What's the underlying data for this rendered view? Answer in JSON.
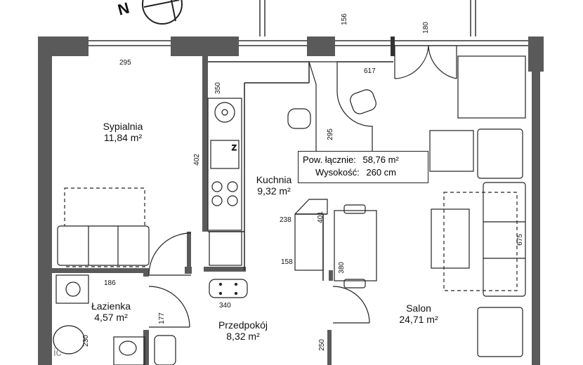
{
  "rooms": {
    "sypialnia": {
      "name": "Sypialnia",
      "area": "11,84 m²"
    },
    "kuchnia": {
      "name": "Kuchnia",
      "area": "9,32 m²"
    },
    "lazienka": {
      "name": "Łazienka",
      "area": "4,57 m²"
    },
    "przedpokoj": {
      "name": "Przedpokój",
      "area": "8,32 m²"
    },
    "salon": {
      "name": "Salon",
      "area": "24,71 m²"
    }
  },
  "info": {
    "total_label": "Pow. łącznie:",
    "total_value": "58,76 m²",
    "height_label": "Wysokość:",
    "height_value": "260 cm"
  },
  "dimensions": {
    "d295_top": "295",
    "d156": "156",
    "d180": "180",
    "d617": "617",
    "d350": "350",
    "d402": "402",
    "d295_arc": "295",
    "d401": "401",
    "d238": "238",
    "d158": "158",
    "d380": "380",
    "d675": "675",
    "d186": "186",
    "d340": "340",
    "d177": "177",
    "d230": "230",
    "d250": "250"
  },
  "compass_letter": "N",
  "watermark_fragment": "ic"
}
